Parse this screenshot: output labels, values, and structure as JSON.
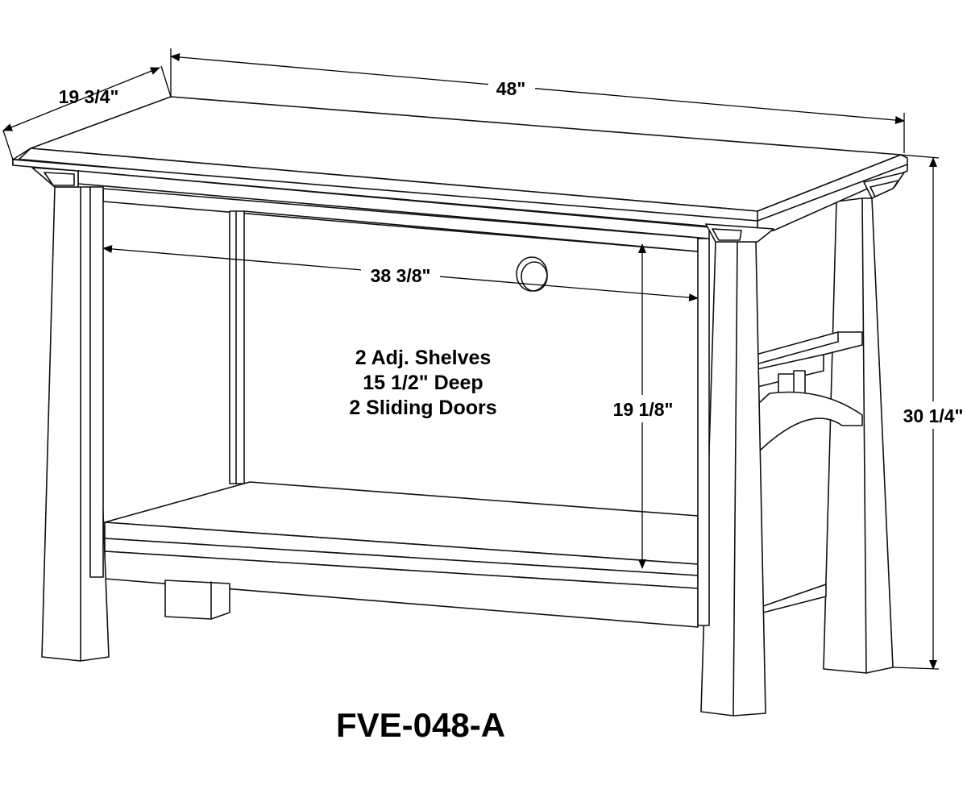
{
  "dimensions": {
    "depth": "19 3/4\"",
    "width": "48\"",
    "height": "30 1/4\"",
    "inner_width": "38 3/8\"",
    "inner_height": "19 1/8\""
  },
  "notes": [
    "2 Adj. Shelves",
    "15 1/2\" Deep",
    "2 Sliding Doors"
  ],
  "model": "FVE-048-A",
  "colors": {
    "line": "#111111",
    "background": "#ffffff"
  }
}
